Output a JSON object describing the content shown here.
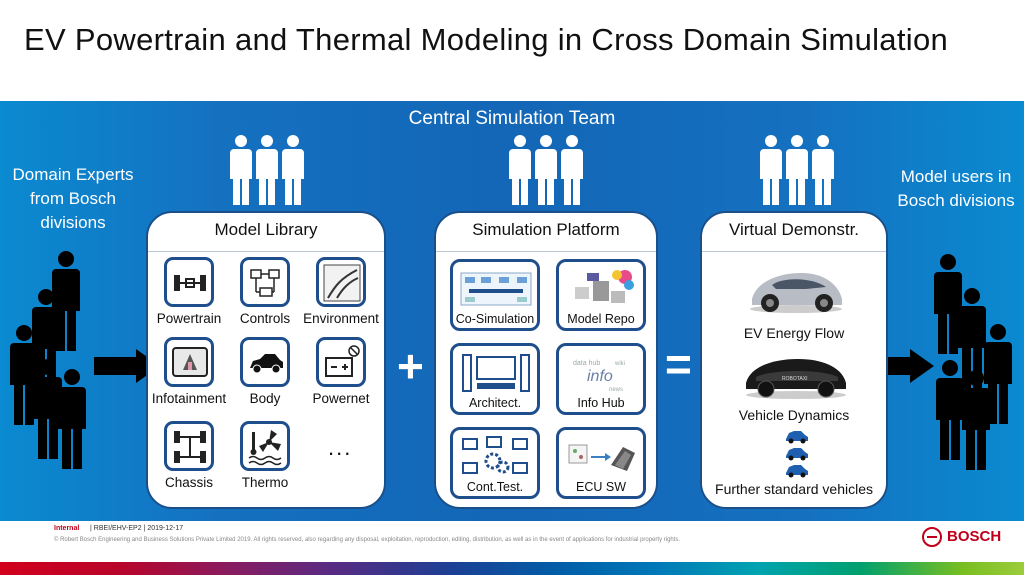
{
  "title": "EV Powertrain and Thermal Modeling in Cross Domain Simulation",
  "central_team": "Central Simulation Team",
  "left_text": "Domain Experts from Bosch divisions",
  "right_text": "Model users in Bosch divisions",
  "operators": {
    "plus": "+",
    "equals": "="
  },
  "model_library": {
    "title": "Model Library",
    "items": [
      {
        "label": "Powertrain",
        "icon": "powertrain-icon"
      },
      {
        "label": "Controls",
        "icon": "controls-icon"
      },
      {
        "label": "Environment",
        "icon": "environment-icon"
      },
      {
        "label": "Infotainment",
        "icon": "infotainment-icon"
      },
      {
        "label": "Body",
        "icon": "car-body-icon"
      },
      {
        "label": "Powernet",
        "icon": "battery-icon"
      },
      {
        "label": "Chassis",
        "icon": "chassis-icon"
      },
      {
        "label": "Thermo",
        "icon": "fan-icon"
      }
    ],
    "more": "..."
  },
  "simulation_platform": {
    "title": "Simulation Platform",
    "items": [
      {
        "label": "Co-Simulation",
        "icon": "co-simulation-icon"
      },
      {
        "label": "Model Repo",
        "icon": "model-repo-icon"
      },
      {
        "label": "Architect.",
        "icon": "architecture-icon"
      },
      {
        "label": "Info Hub",
        "icon": "info-hub-icon"
      },
      {
        "label": "Cont.Test.",
        "icon": "continuous-test-icon"
      },
      {
        "label": "ECU SW",
        "icon": "ecu-icon"
      }
    ]
  },
  "virtual_demonstrator": {
    "title": "Virtual Demonstr.",
    "items": [
      {
        "label": "EV Energy Flow",
        "icon": "ev-car-icon"
      },
      {
        "label": "Vehicle Dynamics",
        "icon": "robotaxi-icon"
      },
      {
        "label": "Further standard vehicles",
        "icon": "small-cars-icon"
      }
    ]
  },
  "footer": {
    "internal": "Internal",
    "code": "| RBEI/EHV-EP2 | 2019-12-17",
    "copyright": "© Robert Bosch Engineering and Business Solutions Private Limited 2019. All rights reserved, also regarding any disposal, exploitation, reproduction, editing, distribution, as well as in the event of applications for industrial property rights.",
    "brand": "BOSCH"
  },
  "colors": {
    "stage_blue": "#1466b6",
    "panel_border": "#1a4f8a",
    "bosch_red": "#c0001a"
  }
}
